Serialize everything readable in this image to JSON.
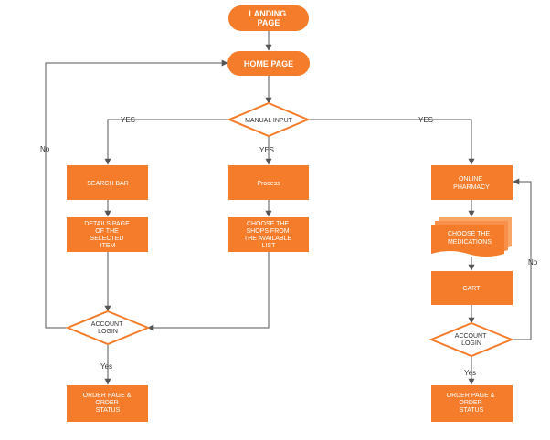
{
  "colors": {
    "node_fill": "#F57C2A",
    "node_stroke": "#E0661B",
    "terminal_text": "#FFFFFF",
    "body_text": "#FFFFFF",
    "decision_text": "#333333",
    "edge": "#555555",
    "edge_label": "#333333"
  },
  "nodes": {
    "landing": [
      "LANDING",
      "PAGE"
    ],
    "home": [
      "HOME PAGE"
    ],
    "manual_input": [
      "MANUAL INPUT"
    ],
    "search_bar": [
      "SEARCH BAR"
    ],
    "process": [
      "Process"
    ],
    "online_pharmacy": [
      "ONLINE",
      "PHARMACY"
    ],
    "details_page": [
      "DETAILS PAGE",
      "OF THE",
      "SELECTED",
      "ITEM"
    ],
    "choose_shops": [
      "CHOOSE THE",
      "SHOPS FROM",
      "THE AVAILABLE",
      "LIST"
    ],
    "choose_medications": [
      "CHOOSE THE",
      "MEDICATIONS"
    ],
    "cart": [
      "CART"
    ],
    "account_login_left": [
      "ACCOUNT",
      "LOGIN"
    ],
    "account_login_right": [
      "ACCOUNT",
      "LOGIN"
    ],
    "order_left": [
      "ORDER PAGE &",
      "ORDER",
      "STATUS"
    ],
    "order_right": [
      "ORDER PAGE &",
      "ORDER",
      "STATUS"
    ]
  },
  "edge_labels": {
    "yes_left": "YES",
    "yes_center": "YES",
    "yes_right": "YES",
    "no_left": "No",
    "no_right": "No",
    "yes_order_left": "Yes",
    "yes_order_right": "Yes"
  }
}
